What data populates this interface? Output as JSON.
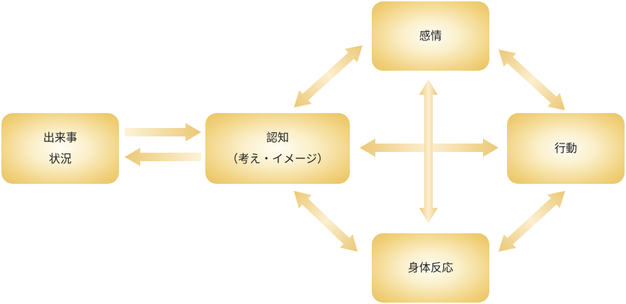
{
  "nodes": {
    "events": {
      "line1": "出来事",
      "line2": "状況"
    },
    "cognition": {
      "line1": "認知",
      "line2": "（考え・イメージ）"
    },
    "emotion": {
      "label": "感情"
    },
    "behavior": {
      "label": "行動"
    },
    "body_reaction": {
      "label": "身体反応"
    }
  },
  "colors": {
    "box_center": "#fffdf5",
    "box_edge": "#e8c25f",
    "arrow_light": "#fdf3d8",
    "arrow_dark": "#ecc876"
  }
}
